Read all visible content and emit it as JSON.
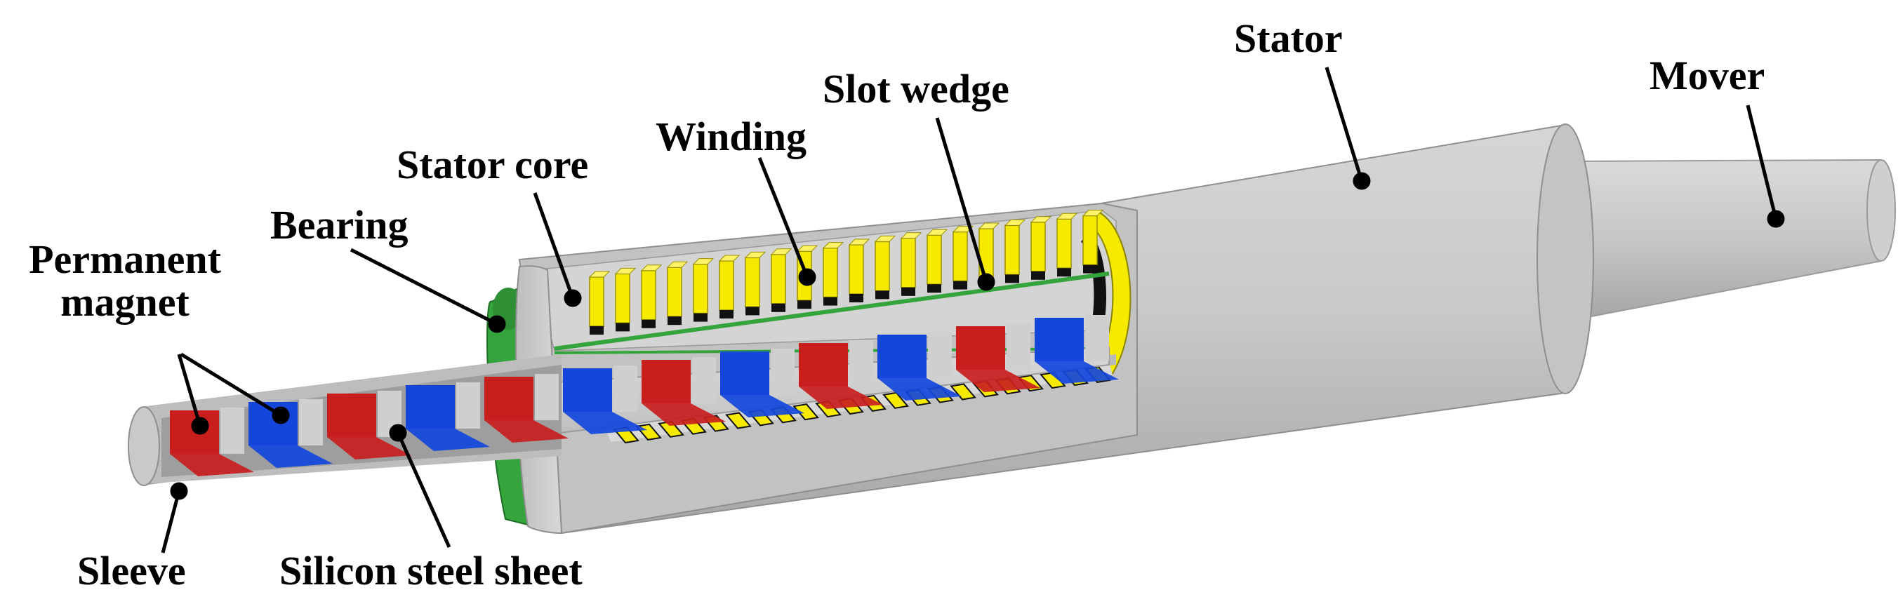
{
  "labels": {
    "stator": "Stator",
    "mover": "Mover",
    "slot_wedge": "Slot wedge",
    "winding": "Winding",
    "stator_core": "Stator core",
    "bearing": "Bearing",
    "permanent_magnet_line1": "Permanent",
    "permanent_magnet_line2": "magnet",
    "sleeve": "Sleeve",
    "silicon_steel_sheet": "Silicon steel sheet"
  },
  "colors": {
    "stator_body": "#c8c8c8",
    "stator_shade": "#a9a9a9",
    "magnet_red": "#c81e1e",
    "magnet_blue": "#1446dc",
    "winding_yellow": "#f5ea00",
    "slot_wedge_black": "#111111",
    "bearing_green": "#35a43c",
    "leader_line": "#000000"
  }
}
